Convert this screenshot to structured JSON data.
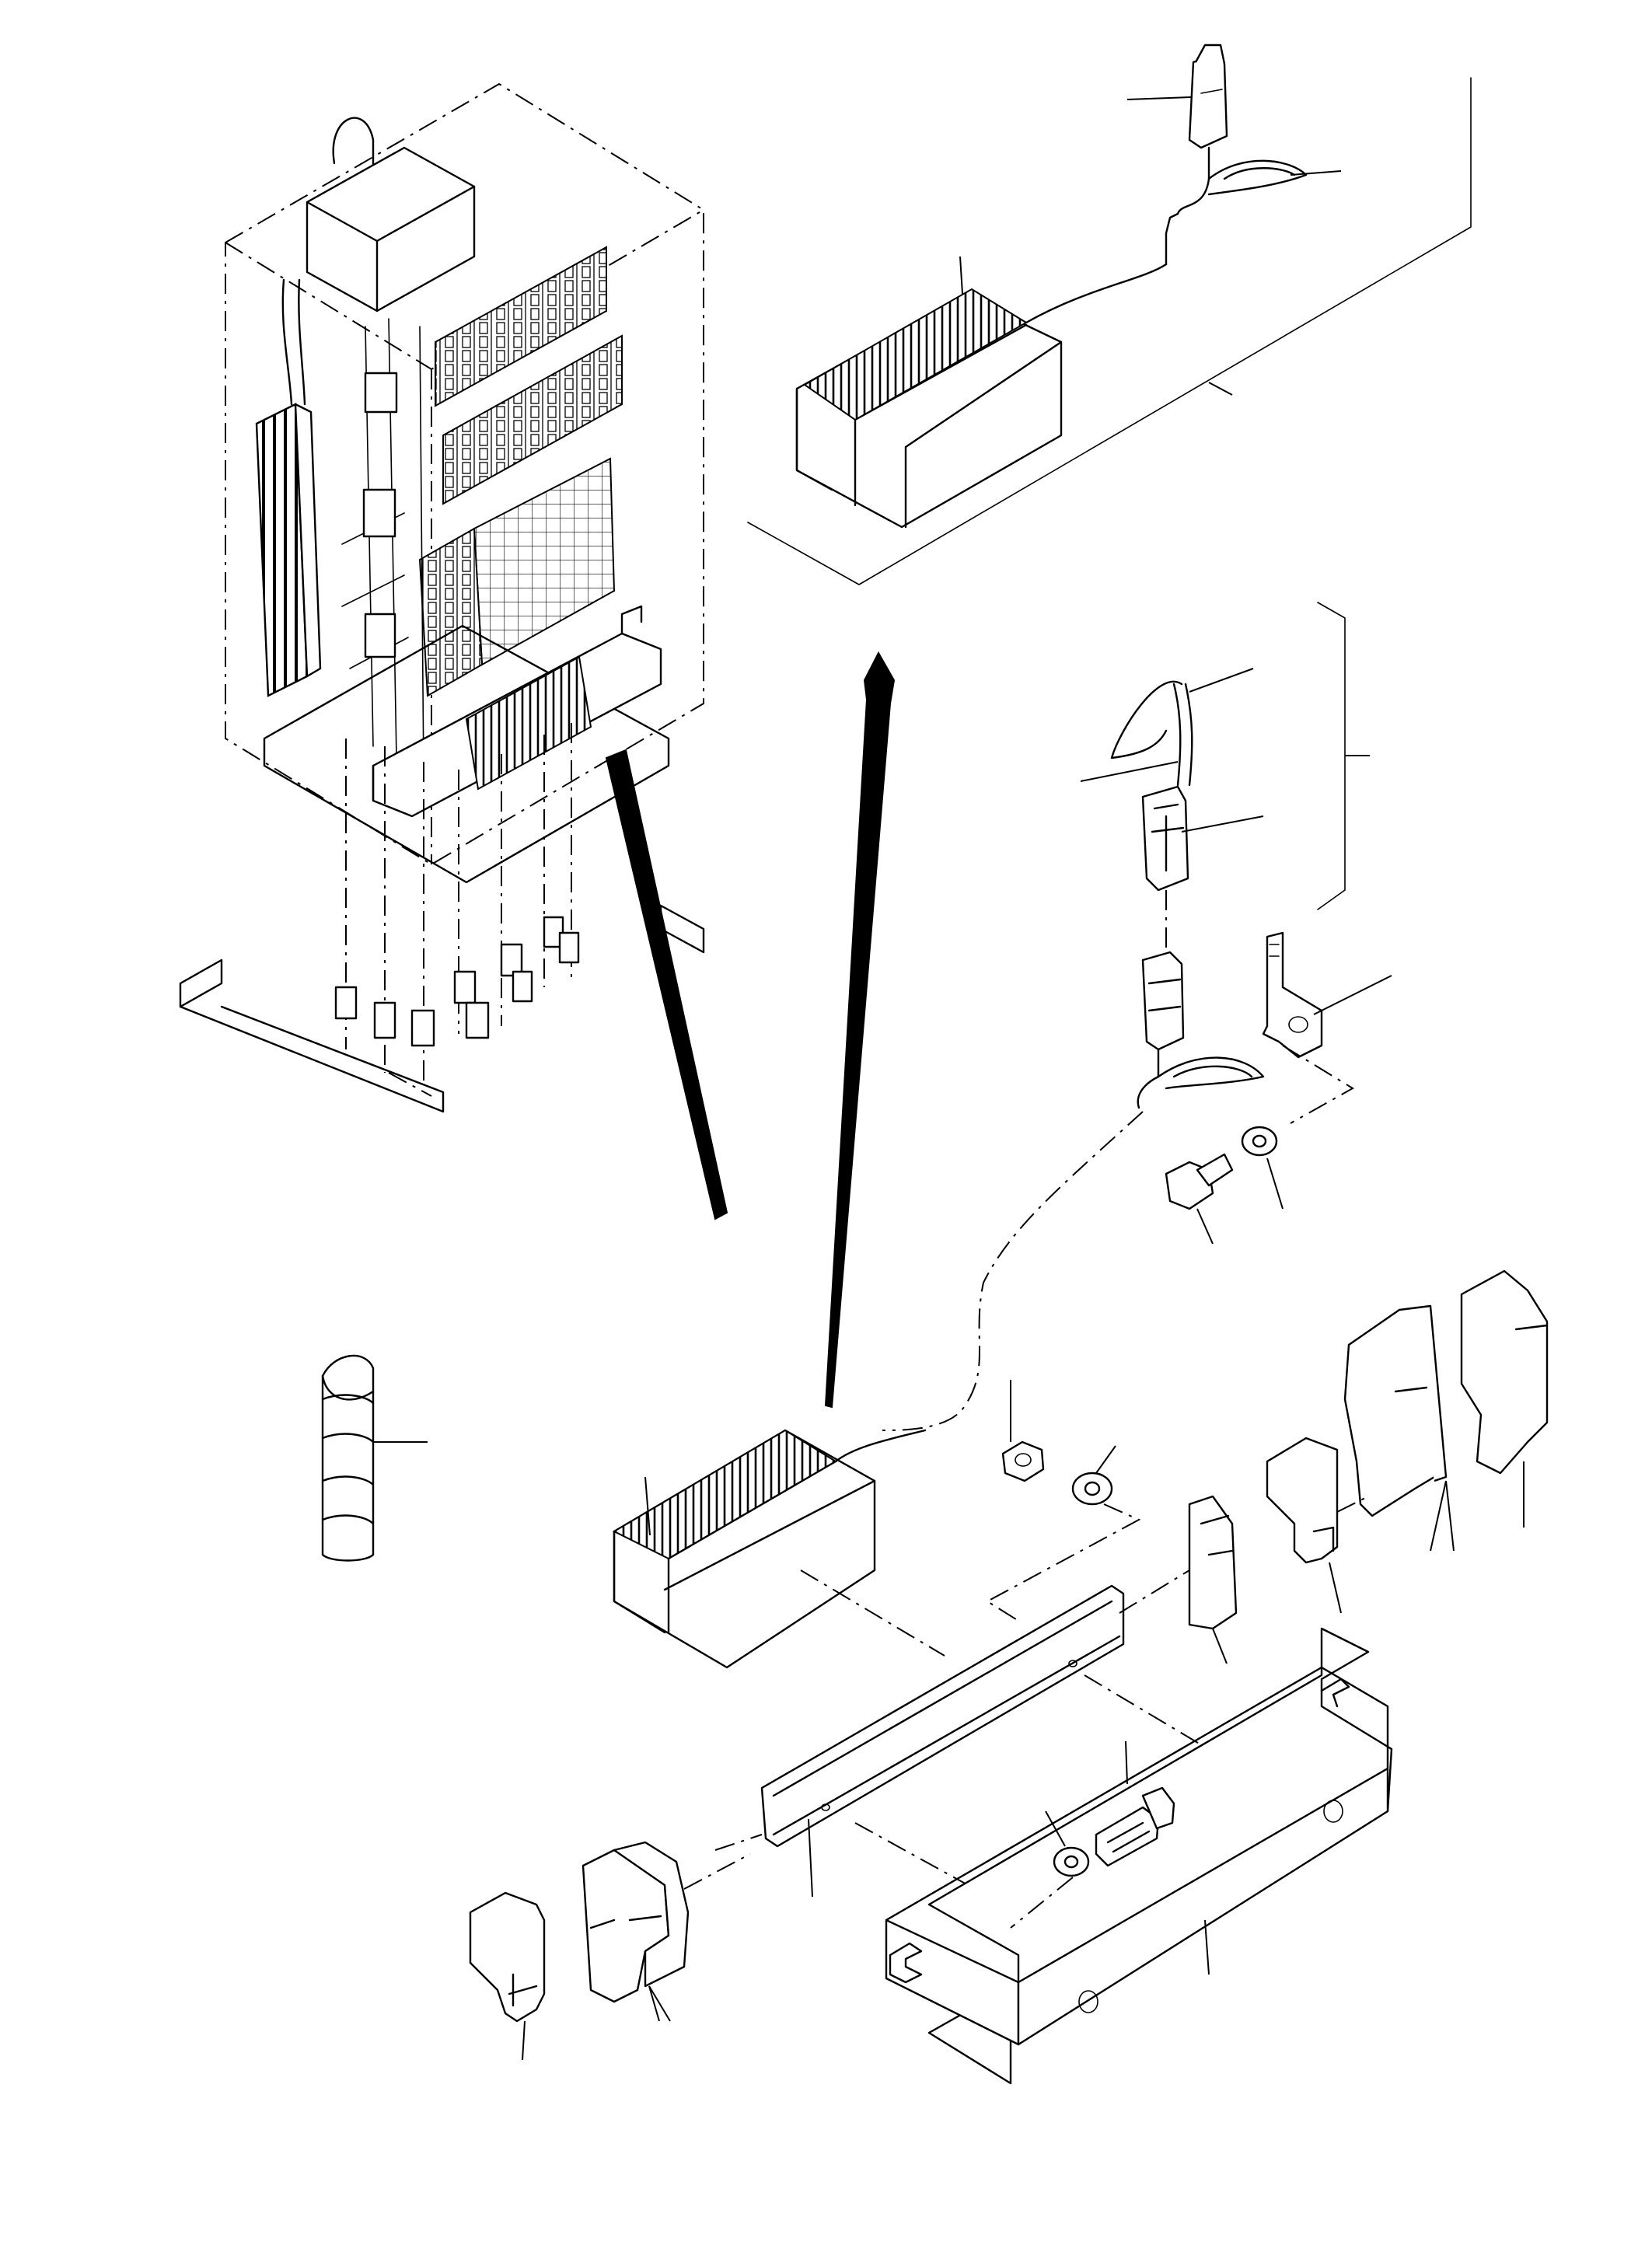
{
  "drawing": {
    "kind": "exploded-parts-diagram",
    "callouts_printed": false
  },
  "parts": [
    {
      "id": "cabinet-assembly",
      "icon": "electrical-cabinet-icon"
    },
    {
      "id": "top-detail-box",
      "icon": "detail-frame-icon"
    },
    {
      "id": "transformer-top",
      "icon": "transformer-icon"
    },
    {
      "id": "connector-top",
      "icon": "connector-plug-icon"
    },
    {
      "id": "cable-loop-top",
      "icon": "cable-loop-icon"
    },
    {
      "id": "cable-connector-group",
      "icon": "connector-socket-icon"
    },
    {
      "id": "ground-bracket",
      "icon": "bracket-icon"
    },
    {
      "id": "bolt-small",
      "icon": "hex-bolt-icon"
    },
    {
      "id": "washer-small",
      "icon": "washer-icon"
    },
    {
      "id": "spiral-wrap",
      "icon": "spiral-sleeve-icon"
    },
    {
      "id": "transformer-main",
      "icon": "transformer-icon"
    },
    {
      "id": "nut",
      "icon": "hex-nut-icon"
    },
    {
      "id": "washer-nut",
      "icon": "washer-icon"
    },
    {
      "id": "din-rail",
      "icon": "din-rail-icon"
    },
    {
      "id": "terminal-blocks-right",
      "icon": "terminal-block-icon"
    },
    {
      "id": "end-clamp-right",
      "icon": "end-clamp-icon"
    },
    {
      "id": "end-plate-right",
      "icon": "end-plate-icon"
    },
    {
      "id": "mounting-bracket",
      "icon": "u-bracket-icon"
    },
    {
      "id": "bolt-long",
      "icon": "hex-bolt-icon"
    },
    {
      "id": "washer-long",
      "icon": "washer-icon"
    },
    {
      "id": "terminal-blocks-left",
      "icon": "terminal-block-icon"
    },
    {
      "id": "end-clamp-left",
      "icon": "end-clamp-icon"
    }
  ]
}
